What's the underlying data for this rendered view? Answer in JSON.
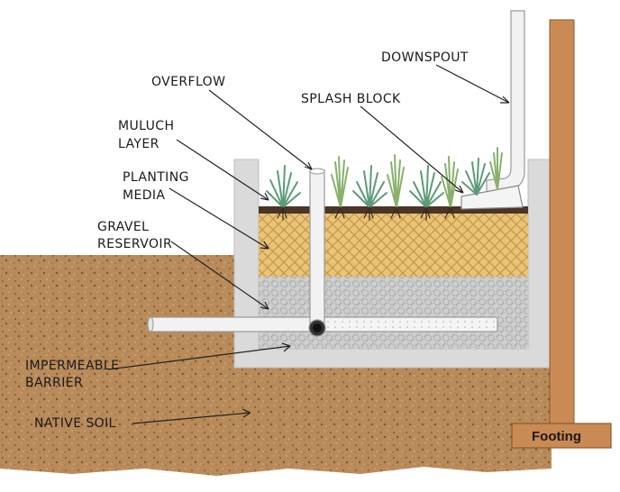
{
  "labels": {
    "downspout": "DOWNSPOUT",
    "overflow": "OVERFLOW",
    "splash_block": "SPLASH BLOCK",
    "mulch_line1": "MULUCH",
    "mulch_line2": "LAYER",
    "planting_line1": "PLANTING",
    "planting_line2": "MEDIA",
    "gravel_line1": "GRAVEL",
    "gravel_line2": "RESERVOIR",
    "barrier_line1": "IMPERMEABLE",
    "barrier_line2": "BARRIER",
    "native_soil": "NATIVE SOIL",
    "footing": "Footing"
  },
  "colors": {
    "soil": "#b98b5b",
    "foundation_wall": "#c98a54",
    "planter_box": "#dadada",
    "planting_media": "#e8c47a",
    "gravel": "#c8c8c8",
    "mulch": "#4a3526",
    "plants": "#6fae8a",
    "pipe": "#f2f2f2"
  }
}
